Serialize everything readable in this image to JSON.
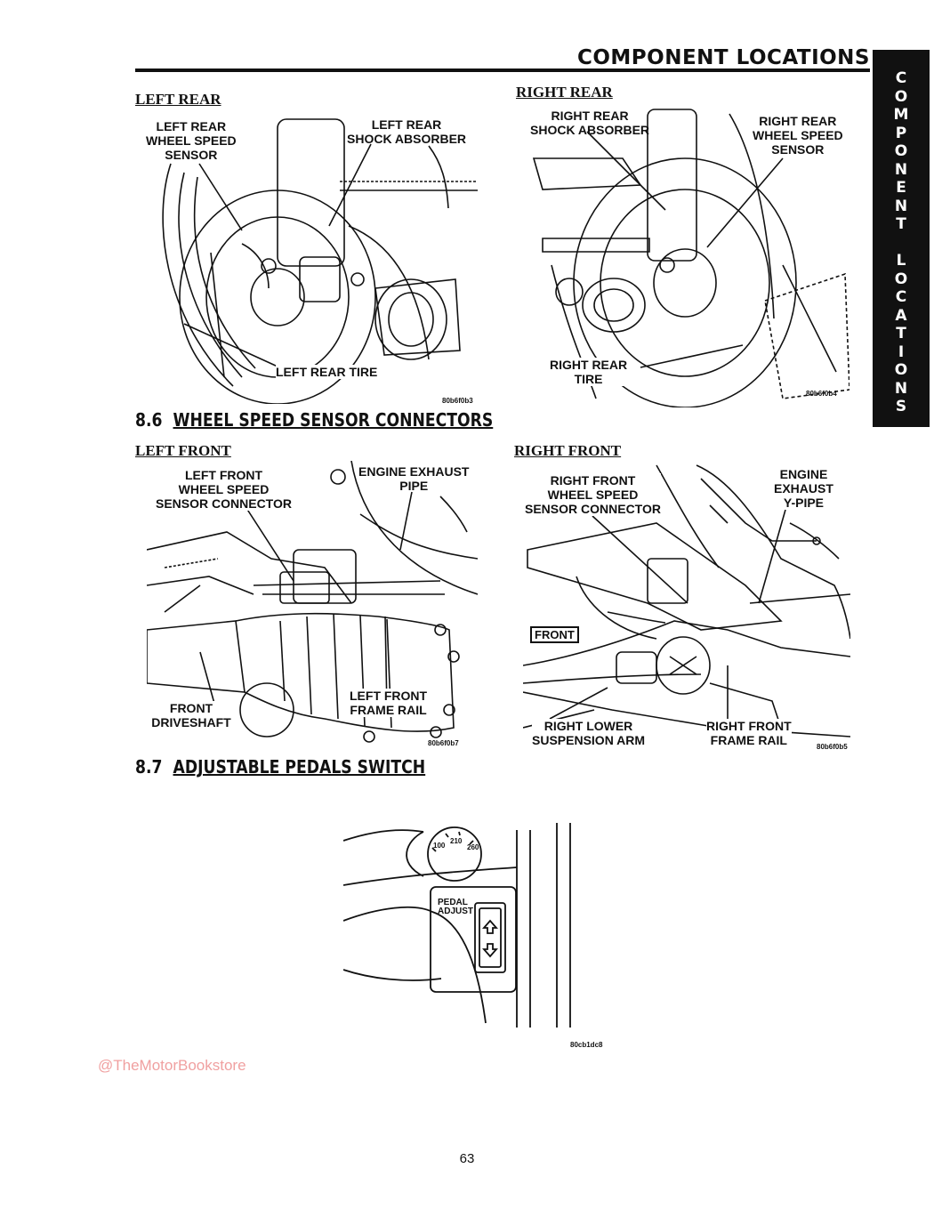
{
  "header": {
    "title": "COMPONENT LOCATIONS"
  },
  "side_tab": {
    "letters": [
      "C",
      "O",
      "M",
      "P",
      "O",
      "N",
      "E",
      "N",
      "T",
      "",
      "L",
      "O",
      "C",
      "A",
      "T",
      "I",
      "O",
      "N",
      "S"
    ]
  },
  "figures": {
    "left_rear": {
      "heading": "LEFT REAR",
      "labels": {
        "sensor": "LEFT REAR\nWHEEL SPEED\nSENSOR",
        "shock": "LEFT REAR\nSHOCK ABSORBER",
        "tire": "LEFT REAR TIRE"
      },
      "id": "80b6f0b3"
    },
    "right_rear": {
      "heading": "RIGHT REAR",
      "labels": {
        "shock": "RIGHT REAR\nSHOCK ABSORBER",
        "sensor": "RIGHT REAR\nWHEEL SPEED\nSENSOR",
        "tire": "RIGHT REAR\nTIRE"
      },
      "id": "80b6f0b4"
    },
    "left_front": {
      "heading": "LEFT FRONT",
      "labels": {
        "connector": "LEFT FRONT\nWHEEL SPEED\nSENSOR CONNECTOR",
        "exhaust": "ENGINE EXHAUST\nPIPE",
        "driveshaft": "FRONT\nDRIVESHAFT",
        "frame": "LEFT FRONT\nFRAME RAIL"
      },
      "id": "80b6f0b7"
    },
    "right_front": {
      "heading": "RIGHT FRONT",
      "labels": {
        "connector": "RIGHT FRONT\nWHEEL SPEED\nSENSOR CONNECTOR",
        "exhaust": "ENGINE\nEXHAUST\nY-PIPE",
        "front": "FRONT",
        "arm": "RIGHT LOWER\nSUSPENSION ARM",
        "frame": "RIGHT FRONT\nFRAME RAIL"
      },
      "id": "80b6f0b5"
    },
    "pedal": {
      "gauge": [
        "100",
        "210",
        "260"
      ],
      "label": "PEDAL\nADJUST",
      "id": "80cb1dc8"
    }
  },
  "sections": {
    "s86": {
      "number": "8.6",
      "title": "WHEEL SPEED SENSOR CONNECTORS"
    },
    "s87": {
      "number": "8.7",
      "title": "ADJUSTABLE PEDALS SWITCH"
    }
  },
  "watermark": "@TheMotorBookstore",
  "page_number": "63"
}
